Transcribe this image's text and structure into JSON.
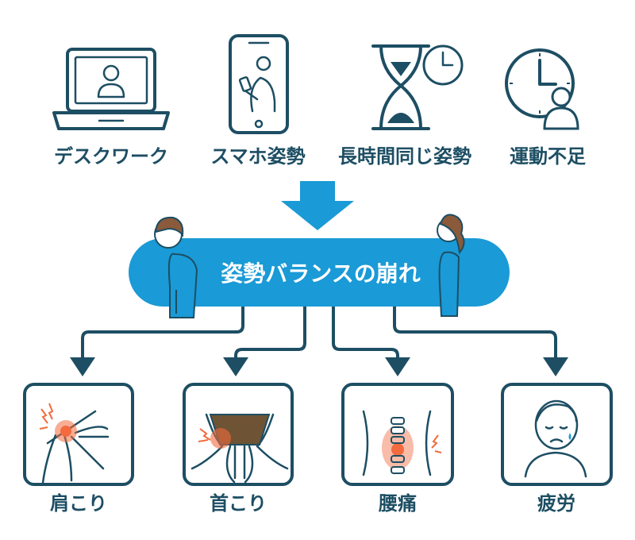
{
  "causes": [
    {
      "label": "デスクワーク",
      "icon": "laptop-user-icon"
    },
    {
      "label": "スマホ姿勢",
      "icon": "smartphone-user-icon"
    },
    {
      "label": "長時間同じ姿勢",
      "icon": "hourglass-clock-icon"
    },
    {
      "label": "運動不足",
      "icon": "clock-user-icon"
    }
  ],
  "center": {
    "label": "姿勢バランスの崩れ"
  },
  "effects": [
    {
      "label": "肩こり",
      "icon": "shoulder-pain-icon"
    },
    {
      "label": "首こり",
      "icon": "neck-pain-icon"
    },
    {
      "label": "腰痛",
      "icon": "lower-back-pain-icon"
    },
    {
      "label": "疲労",
      "icon": "fatigue-face-icon"
    }
  ],
  "colors": {
    "primary": "#1a9ad6",
    "dark": "#1d4e63",
    "pain": "#f26a3d",
    "hair": "#8a5a3a"
  }
}
